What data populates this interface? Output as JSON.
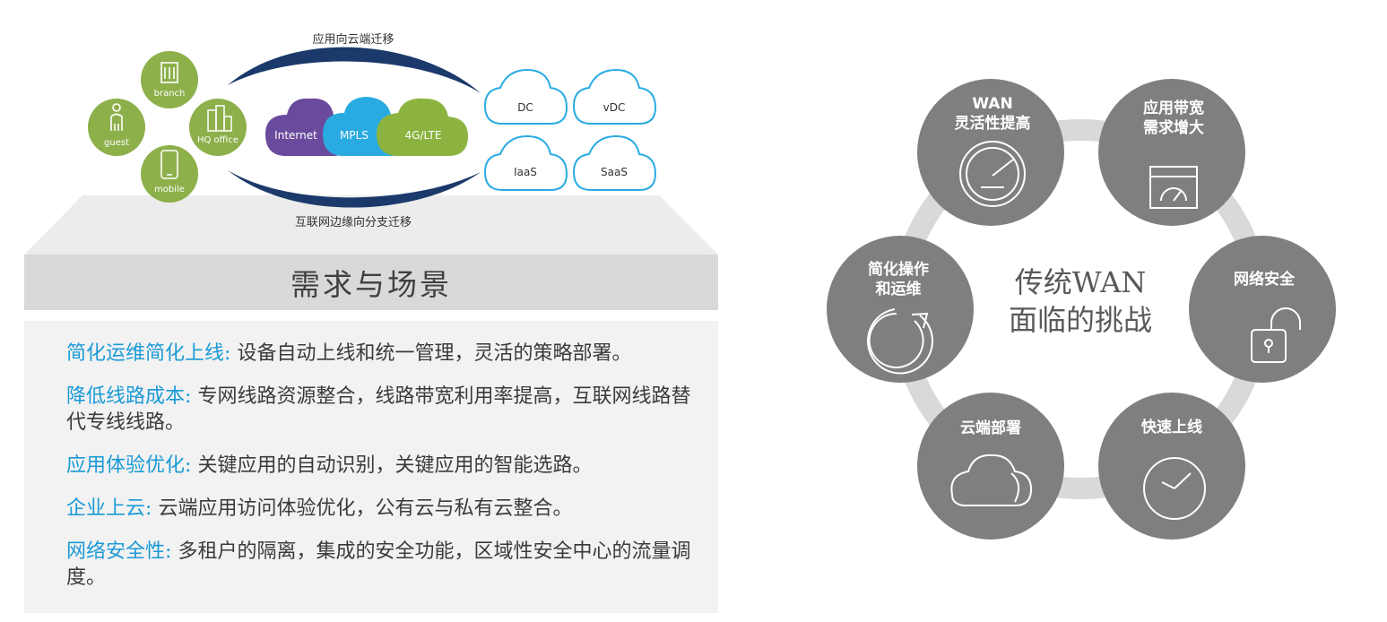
{
  "top_diagram": {
    "migration_top_label": "应用向云端迁移",
    "migration_bottom_label": "互联网边缘向分支迁移",
    "endpoints": [
      {
        "id": "branch",
        "label": "branch",
        "icon": "building-icon"
      },
      {
        "id": "guest",
        "label": "guest",
        "icon": "person-icon"
      },
      {
        "id": "hq",
        "label": "HQ office",
        "icon": "office-buildings-icon"
      },
      {
        "id": "mobile",
        "label": "mobile",
        "icon": "mobile-phone-icon"
      }
    ],
    "networks": [
      {
        "label": "Internet",
        "color": "#6a4a9c"
      },
      {
        "label": "MPLS",
        "color": "#29abe2"
      },
      {
        "label": "4G/LTE",
        "color": "#8cb340"
      }
    ],
    "cloud_targets": [
      "DC",
      "vDC",
      "IaaS",
      "SaaS"
    ],
    "colors": {
      "endpoint_green": "#8db04b",
      "arc_navy": "#1b3a6b",
      "cloud_outline": "#29abe2"
    }
  },
  "panel": {
    "title": "需求与场景",
    "items": [
      {
        "key": "简化运维简化上线",
        "text": "设备自动上线和统一管理，灵活的策略部署。"
      },
      {
        "key": "降低线路成本",
        "text": "专网线路资源整合，线路带宽利用率提高，互联网线路替代专线线路。"
      },
      {
        "key": "应用体验优化",
        "text": "关键应用的自动识别，关键应用的智能选路。"
      },
      {
        "key": "企业上云",
        "text": "云端应用访问体验优化，公有云与私有云整合。"
      },
      {
        "key": "网络安全性",
        "text": "多租户的隔离，集成的安全功能，区域性安全中心的流量调度。"
      }
    ],
    "colon": ":",
    "colors": {
      "key": "#1a9ad6",
      "title_bg": "#d9d9d9",
      "body_bg": "#f2f2f2"
    }
  },
  "challenge_wheel": {
    "center_line1": "传统WAN",
    "center_line2": "面临的挑战",
    "challenges": [
      {
        "line1": "WAN",
        "line2": "灵活性提高",
        "icon": "speedometer-icon"
      },
      {
        "line1": "应用带宽",
        "line2": "需求增大",
        "icon": "browser-gauge-icon"
      },
      {
        "line1": "网络安全",
        "line2": "",
        "icon": "unlocked-padlock-icon"
      },
      {
        "line1": "快速上线",
        "line2": "",
        "icon": "clock-icon"
      },
      {
        "line1": "云端部署",
        "line2": "",
        "icon": "cloud-icon"
      },
      {
        "line1": "简化操作",
        "line2": "和运维",
        "icon": "refresh-arrow-icon"
      }
    ],
    "colors": {
      "node": "#7f7f7f",
      "ring": "#d9d9d9",
      "center_text": "#595959"
    }
  }
}
